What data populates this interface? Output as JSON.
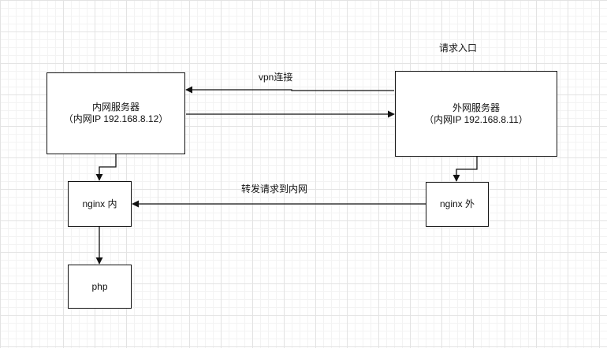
{
  "nodes": {
    "inner_server": {
      "title": "内网服务器",
      "subtitle": "（内网IP 192.168.8.12）"
    },
    "outer_server": {
      "title": "外网服务器",
      "subtitle": "（内网IP 192.168.8.11）"
    },
    "nginx_inner": {
      "label": "nginx 内"
    },
    "nginx_outer": {
      "label": "nginx 外"
    },
    "php": {
      "label": "php"
    }
  },
  "labels": {
    "entry": "请求入口",
    "vpn": "vpn连接",
    "forward": "转发请求到内网"
  }
}
